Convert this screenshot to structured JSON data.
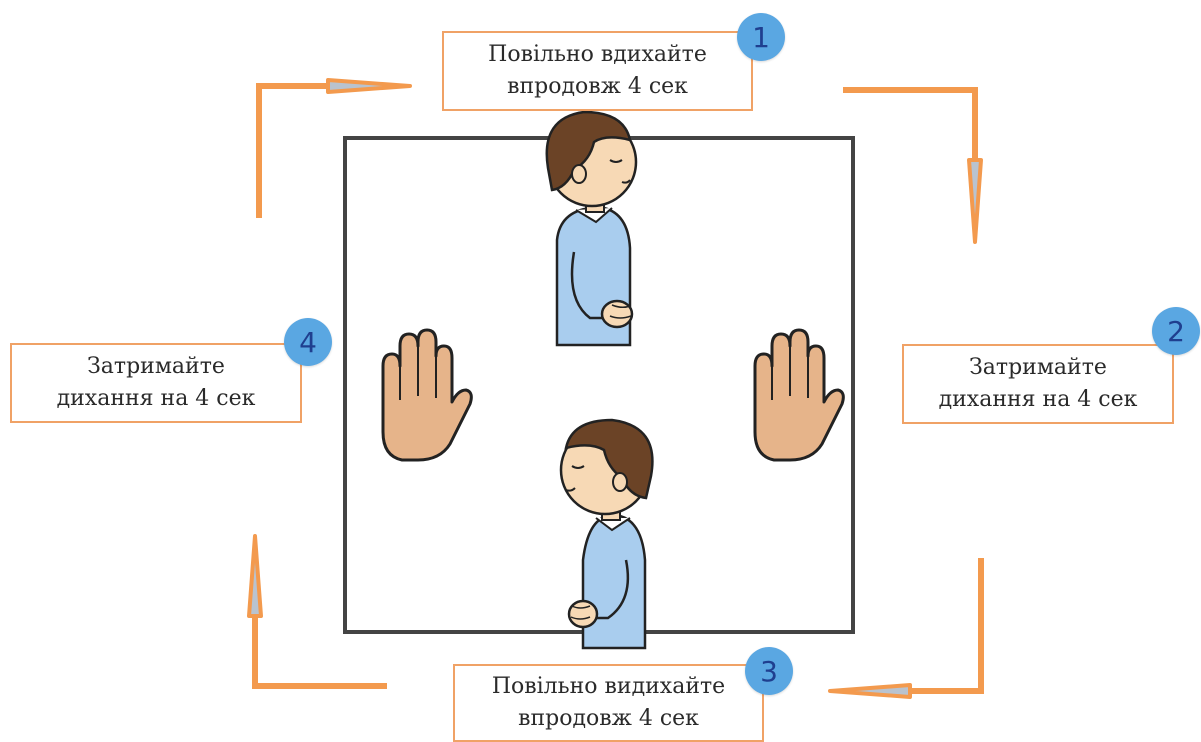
{
  "steps": [
    {
      "number": "1",
      "line1": "Повільно вдихайте",
      "line2": "впродовж 4 сек"
    },
    {
      "number": "2",
      "line1": "Затримайте",
      "line2": "дихання на 4 сек"
    },
    {
      "number": "3",
      "line1": "Повільно видихайте",
      "line2": "впродовж 4 сек"
    },
    {
      "number": "4",
      "line1": "Затримайте",
      "line2": "дихання на 4 сек"
    }
  ],
  "colors": {
    "arrow": "#f39a4e",
    "box_border": "#f0a266",
    "badge": "#5aa7e2",
    "badge_text": "#1f3f8f",
    "square_border": "#444444",
    "shirt": "#a9cdee",
    "skin": "#f7d9b5",
    "hair": "#6b4326",
    "hand": "#e6b48a"
  },
  "icons": [
    "boy-inhaling-illustration",
    "boy-exhaling-illustration",
    "left-palm-icon",
    "right-palm-icon"
  ]
}
